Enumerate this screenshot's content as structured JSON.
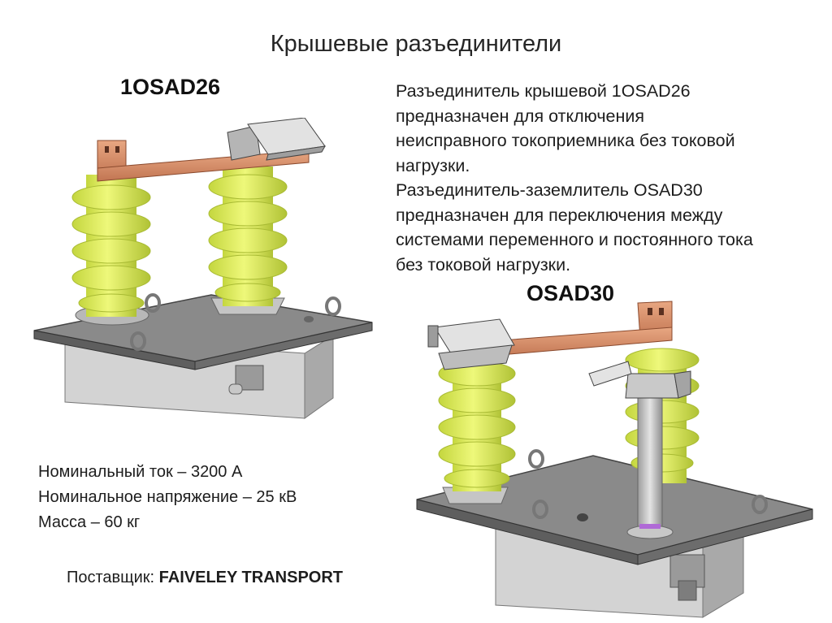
{
  "title": "Крышевые разъединители",
  "device1": {
    "name": "1OSAD26"
  },
  "device2": {
    "name": "OSAD30"
  },
  "description": {
    "lines": [
      "Разъединитель крышевой 1OSAD26",
      "предназначен для отключения",
      "неисправного токоприемника без токовой",
      "нагрузки.",
      "Разъединитель-заземлитель OSAD30",
      "предназначен для переключения между",
      "системами переменного и постоянного тока",
      "без токовой нагрузки."
    ]
  },
  "specs": {
    "current": "Номинальный ток – 3200 А",
    "voltage": "Номинальное напряжение – 25 кВ",
    "mass": "Масса – 60 кг"
  },
  "supplier": {
    "label": "Поставщик: ",
    "name": "FAIVELEY TRANSPORT"
  },
  "colors": {
    "insulator": "#e6f56a",
    "insulator_shadow": "#b9cc3a",
    "copper": "#d98f6a",
    "plate": "#7d7d7d",
    "box": "#d4d4d4"
  }
}
